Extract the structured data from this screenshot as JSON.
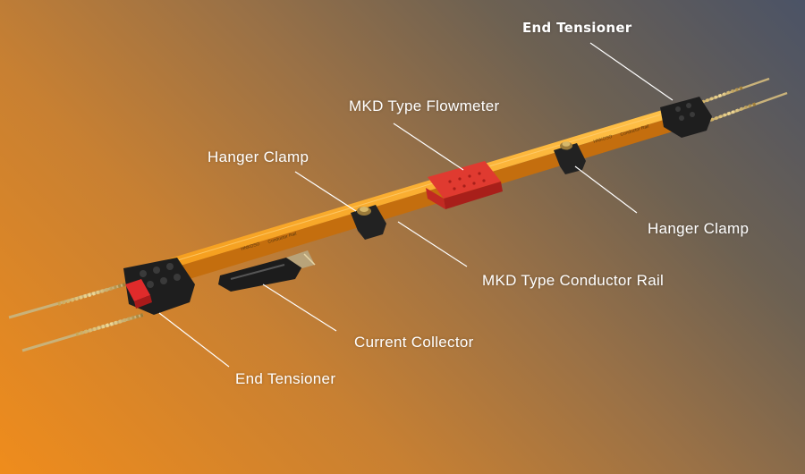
{
  "labels": {
    "end_tensioner_top": "End Tensioner",
    "flowmeter": "MKD Type Flowmeter",
    "hanger_clamp_left": "Hanger Clamp",
    "hanger_clamp_right": "Hanger Clamp",
    "conductor_rail": "MKD Type Conductor Rail",
    "current_collector": "Current Collector",
    "end_tensioner_bottom": "End Tensioner"
  },
  "rail_print": {
    "brand": "HNKOSO",
    "text": "Conductor Rail"
  },
  "colors": {
    "rail": "#f5a623",
    "flowmeter": "#d9312b",
    "clamp": "#2a2a2a",
    "leader": "#ffffff"
  }
}
